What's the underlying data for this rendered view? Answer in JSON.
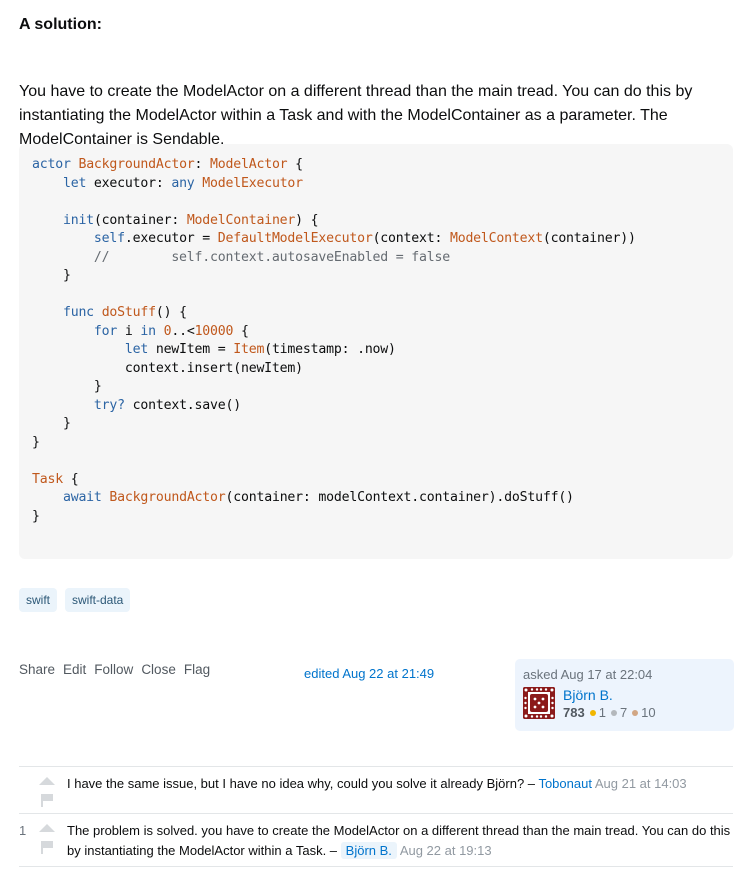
{
  "heading": "A solution:",
  "paragraph": "You have to create the ModelActor on a different thread than the main tread. You can do this by instantiating the ModelActor within a Task and with the ModelContainer as a parameter. The ModelContainer is Sendable.",
  "code": {
    "language": "swift",
    "lines": [
      "actor BackgroundActor: ModelActor {",
      "    let executor: any ModelExecutor",
      "",
      "    init(container: ModelContainer) {",
      "        self.executor = DefaultModelExecutor(context: ModelContext(container))",
      "        //        self.context.autosaveEnabled = false",
      "    }",
      "",
      "    func doStuff() {",
      "        for i in 0..<10000 {",
      "            let newItem = Item(timestamp: .now)",
      "            context.insert(newItem)",
      "        }",
      "        try? context.save()",
      "    }",
      "}",
      "",
      "Task {",
      "    await BackgroundActor(container: modelContext.container).doStuff()",
      "}"
    ]
  },
  "tags": [
    "swift",
    "swift-data"
  ],
  "post_menu": [
    "Share",
    "Edit",
    "Follow",
    "Close",
    "Flag"
  ],
  "edited": "edited Aug 22 at 21:49",
  "owner": {
    "asked": "asked Aug 17 at 22:04",
    "name": "Björn B.",
    "reputation": "783",
    "badges": [
      {
        "type": "gold",
        "count": "1",
        "color": "#f1b600"
      },
      {
        "type": "silver",
        "count": "7",
        "color": "#b4b8bc"
      },
      {
        "type": "bronze",
        "count": "10",
        "color": "#d1a684"
      }
    ],
    "avatar_color": "#8b1a1a"
  },
  "comments": [
    {
      "score": "",
      "text": "I have the same issue, but I have no idea why, could you solve it already Björn? –",
      "user": "Tobonaut",
      "date": "Aug 21 at 14:03",
      "is_owner": false
    },
    {
      "score": "1",
      "text": "The problem is solved. you have to create the ModelActor on a different thread than the main tread. You can do this by instantiating the ModelActor within a Task. –",
      "user": "Björn B.",
      "date": "Aug 22 at 19:13",
      "is_owner": true
    }
  ]
}
